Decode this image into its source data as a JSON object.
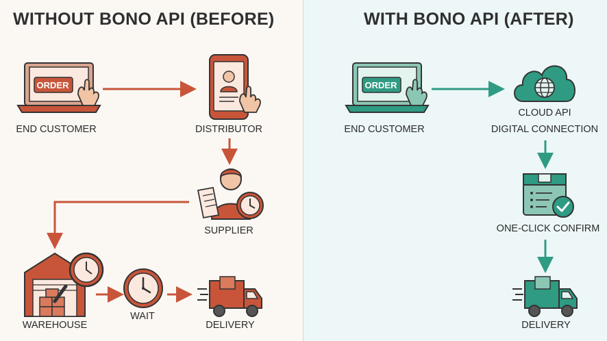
{
  "left": {
    "title": "WITHOUT BONO API (BEFORE)",
    "labels": {
      "end_customer": "END CUSTOMER",
      "distributor": "DISTRIBUTOR",
      "supplier": "SUPPLIER",
      "warehouse": "WAREHOUSE",
      "wait": "WAIT",
      "delivery": "DELIVERY"
    },
    "order_button": "ORDER"
  },
  "right": {
    "title": "WITH BONO API (AFTER)",
    "labels": {
      "end_customer": "END CUSTOMER",
      "cloud_api": "CLOUD API",
      "digital_connection": "DIGITAL CONNECTION",
      "one_click_confirm": "ONE-CLICK CONFIRM",
      "delivery": "DELIVERY"
    },
    "order_button": "ORDER"
  },
  "colors": {
    "before_accent": "#c8553a",
    "after_accent": "#2f9b83",
    "outline": "#333333"
  }
}
